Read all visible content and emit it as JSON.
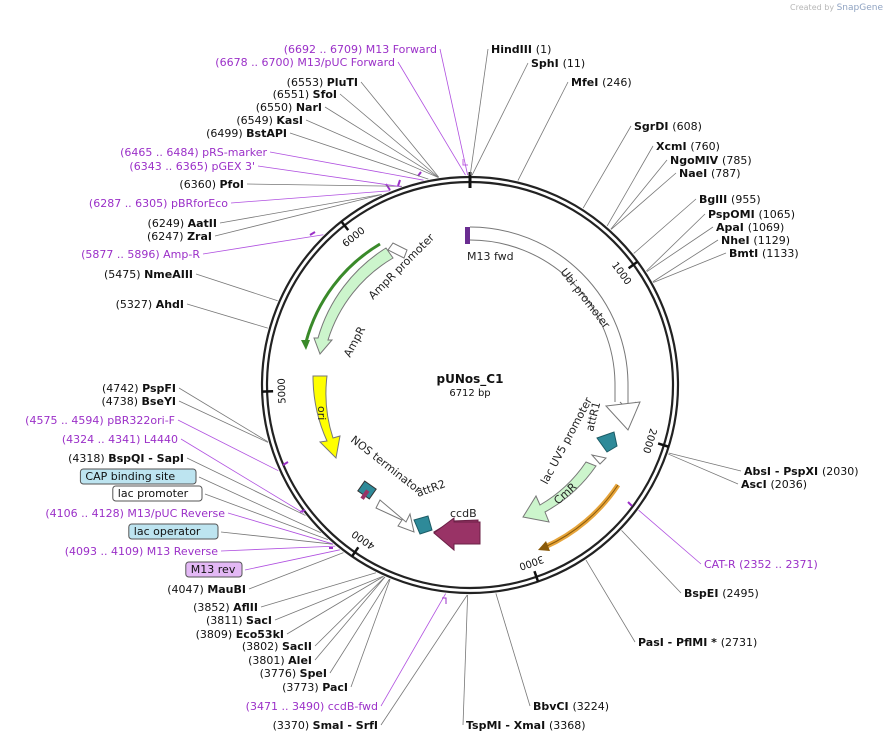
{
  "credit": {
    "prefix": "Created by",
    "brand": "SnapGene"
  },
  "plasmid": {
    "name": "pUNos_C1",
    "length_label": "6712 bp",
    "length": 6712
  },
  "ticks": [
    {
      "label": "1000",
      "pos": 1000
    },
    {
      "label": "2000",
      "pos": 2000
    },
    {
      "label": "3000",
      "pos": 3000
    },
    {
      "label": "4000",
      "pos": 4000
    },
    {
      "label": "5000",
      "pos": 5000
    },
    {
      "label": "6000",
      "pos": 6000
    }
  ],
  "sites": [
    {
      "name": "HindIII",
      "num": "(1)",
      "pos": 1,
      "kind": "b"
    },
    {
      "name": "SphI",
      "num": "(11)",
      "pos": 11,
      "kind": "b"
    },
    {
      "name": "MfeI",
      "num": "(246)",
      "pos": 246,
      "kind": "b"
    },
    {
      "name": "SgrDI",
      "num": "(608)",
      "pos": 608,
      "kind": "b"
    },
    {
      "name": "XcmI",
      "num": "(760)",
      "pos": 760,
      "kind": "b"
    },
    {
      "name": "NgoMIV",
      "num": "(785)",
      "pos": 785,
      "kind": "b"
    },
    {
      "name": "NaeI",
      "num": "(787)",
      "pos": 787,
      "kind": "b"
    },
    {
      "name": "BglII",
      "num": "(955)",
      "pos": 955,
      "kind": "b"
    },
    {
      "name": "PspOMI",
      "num": "(1065)",
      "pos": 1065,
      "kind": "b"
    },
    {
      "name": "ApaI",
      "num": "(1069)",
      "pos": 1069,
      "kind": "b"
    },
    {
      "name": "NheI",
      "num": "(1129)",
      "pos": 1129,
      "kind": "b"
    },
    {
      "name": "BmtI",
      "num": "(1133)",
      "pos": 1133,
      "kind": "b"
    },
    {
      "name": "AbsI - PspXI",
      "num": "(2030)",
      "pos": 2030,
      "kind": "b"
    },
    {
      "name": "AscI",
      "num": "(2036)",
      "pos": 2036,
      "kind": "b"
    },
    {
      "name": "CAT-R",
      "num": "(2352 .. 2371)",
      "pos": 2360,
      "kind": "p"
    },
    {
      "name": "BspEI",
      "num": "(2495)",
      "pos": 2495,
      "kind": "b"
    },
    {
      "name": "PasI - PflMI *",
      "num": "(2731)",
      "pos": 2731,
      "kind": "b"
    },
    {
      "name": "BbvCI",
      "num": "(3224)",
      "pos": 3224,
      "kind": "b"
    },
    {
      "name": "TspMI - XmaI",
      "num": "(3368)",
      "pos": 3368,
      "kind": "b"
    },
    {
      "name": "SmaI - SrfI",
      "num": "(3370)",
      "pos": 3370,
      "kind": "b"
    },
    {
      "name": "ccdB-fwd",
      "num": "(3471 .. 3490)",
      "pos": 3480,
      "kind": "p"
    },
    {
      "name": "PacI",
      "num": "(3773)",
      "pos": 3773,
      "kind": "b"
    },
    {
      "name": "SpeI",
      "num": "(3776)",
      "pos": 3776,
      "kind": "b"
    },
    {
      "name": "AleI",
      "num": "(3801)",
      "pos": 3801,
      "kind": "b"
    },
    {
      "name": "SacII",
      "num": "(3802)",
      "pos": 3802,
      "kind": "b"
    },
    {
      "name": "Eco53kI",
      "num": "(3809)",
      "pos": 3809,
      "kind": "b"
    },
    {
      "name": "SacI",
      "num": "(3811)",
      "pos": 3811,
      "kind": "b"
    },
    {
      "name": "AflII",
      "num": "(3852)",
      "pos": 3852,
      "kind": "b"
    },
    {
      "name": "MauBI",
      "num": "(4047)",
      "pos": 4047,
      "kind": "b"
    },
    {
      "name": "M13 rev",
      "num": "",
      "pos": 4070,
      "kind": "box-p"
    },
    {
      "name": "M13 Reverse",
      "num": "(4093 .. 4109)",
      "pos": 4100,
      "kind": "p"
    },
    {
      "name": "lac operator",
      "num": "",
      "pos": 4115,
      "kind": "box-b"
    },
    {
      "name": "M13/pUC Reverse",
      "num": "(4106 .. 4128)",
      "pos": 4117,
      "kind": "p"
    },
    {
      "name": "lac promoter",
      "num": "",
      "pos": 4150,
      "kind": "box-w"
    },
    {
      "name": "CAP binding site",
      "num": "",
      "pos": 4200,
      "kind": "box-b"
    },
    {
      "name": "BspQI - SapI",
      "num": "(4318)",
      "pos": 4318,
      "kind": "b"
    },
    {
      "name": "L4440",
      "num": "(4324 .. 4341)",
      "pos": 4332,
      "kind": "p"
    },
    {
      "name": "pBR322ori-F",
      "num": "(4575 .. 4594)",
      "pos": 4585,
      "kind": "p"
    },
    {
      "name": "BseYI",
      "num": "(4738)",
      "pos": 4738,
      "kind": "b"
    },
    {
      "name": "PspFI",
      "num": "(4742)",
      "pos": 4742,
      "kind": "b"
    },
    {
      "name": "AhdI",
      "num": "(5327)",
      "pos": 5327,
      "kind": "b"
    },
    {
      "name": "NmeAIII",
      "num": "(5475)",
      "pos": 5475,
      "kind": "b"
    },
    {
      "name": "Amp-R",
      "num": "(5877 .. 5896)",
      "pos": 5886,
      "kind": "p"
    },
    {
      "name": "ZraI",
      "num": "(6247)",
      "pos": 6247,
      "kind": "b"
    },
    {
      "name": "AatII",
      "num": "(6249)",
      "pos": 6249,
      "kind": "b"
    },
    {
      "name": "pBRforEco",
      "num": "(6287 .. 6305)",
      "pos": 6296,
      "kind": "p"
    },
    {
      "name": "PfoI",
      "num": "(6360)",
      "pos": 6360,
      "kind": "b"
    },
    {
      "name": "pGEX 3'",
      "num": "(6343 .. 6365)",
      "pos": 6354,
      "kind": "p"
    },
    {
      "name": "pRS-marker",
      "num": "(6465 .. 6484)",
      "pos": 6474,
      "kind": "p"
    },
    {
      "name": "BstAPI",
      "num": "(6499)",
      "pos": 6499,
      "kind": "b"
    },
    {
      "name": "KasI",
      "num": "(6549)",
      "pos": 6549,
      "kind": "b"
    },
    {
      "name": "NarI",
      "num": "(6550)",
      "pos": 6550,
      "kind": "b"
    },
    {
      "name": "SfoI",
      "num": "(6551)",
      "pos": 6551,
      "kind": "b"
    },
    {
      "name": "PluTI",
      "num": "(6553)",
      "pos": 6553,
      "kind": "b"
    },
    {
      "name": "M13/pUC Forward",
      "num": "(6678 .. 6700)",
      "pos": 6689,
      "kind": "p"
    },
    {
      "name": "M13 Forward",
      "num": "(6692 .. 6709)",
      "pos": 6700,
      "kind": "p"
    }
  ],
  "features": [
    {
      "name": "M13 fwd",
      "color": "#6a2d91"
    },
    {
      "name": "Ubi promoter",
      "color": "#ffffff"
    },
    {
      "name": "attR1",
      "color": "#2e8a99"
    },
    {
      "name": "lac UV5 promoter",
      "color": "#ffffff"
    },
    {
      "name": "CmR",
      "color": "#ccf5cc"
    },
    {
      "name": "ccdB",
      "color": "#993366"
    },
    {
      "name": "attR2",
      "color": "#2e8a99"
    },
    {
      "name": "NOS terminator",
      "color": "#ffffff"
    },
    {
      "name": "ori",
      "color": "#ffff00"
    },
    {
      "name": "AmpR",
      "color": "#ccf5cc"
    },
    {
      "name": "AmpR promoter",
      "color": "#ffffff"
    }
  ]
}
